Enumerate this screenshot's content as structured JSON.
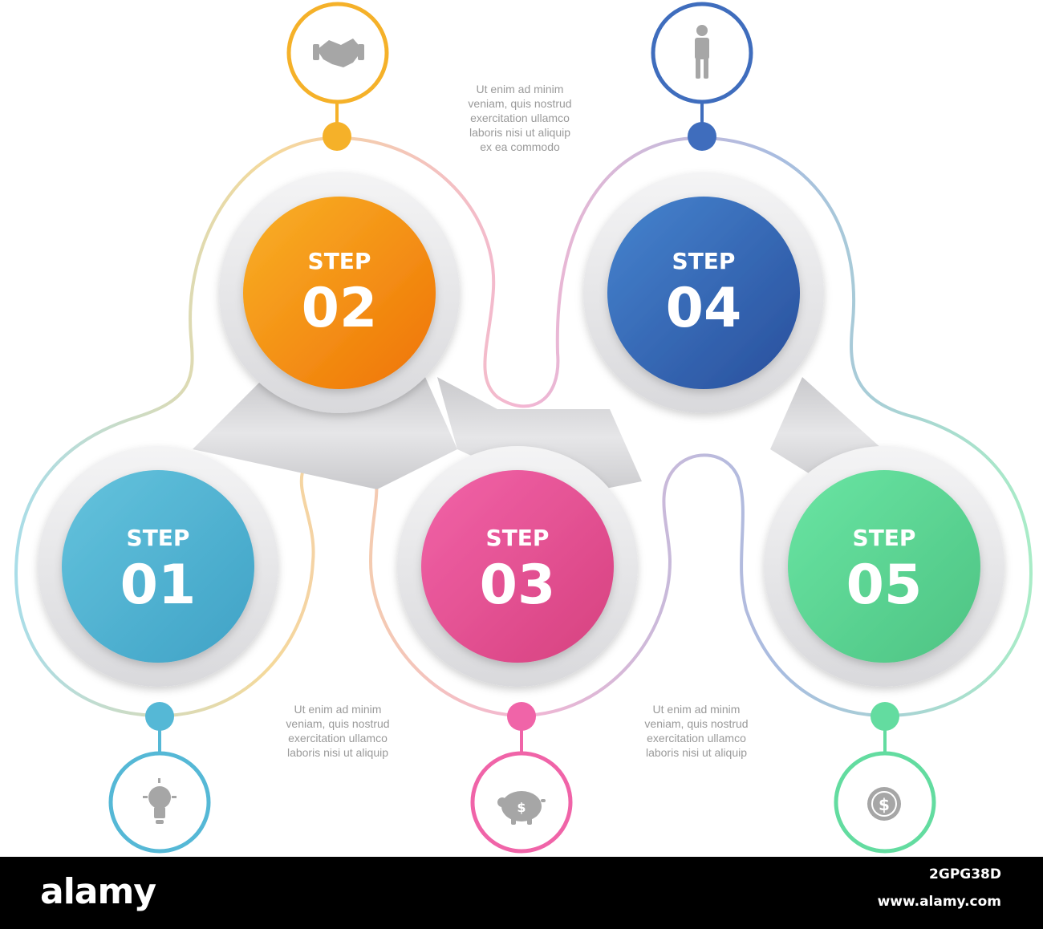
{
  "steps": [
    {
      "word": "STEP",
      "number": "01",
      "color_a": "#64c3dd",
      "color_b": "#3fa2c6",
      "icon": "lightbulb-icon"
    },
    {
      "word": "STEP",
      "number": "02",
      "color_a": "#f9b127",
      "color_b": "#ef7305",
      "icon": "handshake-icon"
    },
    {
      "word": "STEP",
      "number": "03",
      "color_a": "#f263a8",
      "color_b": "#d6417f",
      "icon": "piggy-bank-icon"
    },
    {
      "word": "STEP",
      "number": "04",
      "color_a": "#4684cf",
      "color_b": "#284f9c",
      "icon": "person-icon"
    },
    {
      "word": "STEP",
      "number": "05",
      "color_a": "#6ae5a3",
      "color_b": "#4dc383",
      "icon": "dollar-coin-icon"
    }
  ],
  "notes": {
    "top": [
      "Ut enim ad minim",
      "veniam, quis nostrud",
      "exercitation ullamco",
      "laboris nisi ut aliquip",
      "ex ea commodo"
    ],
    "bottom_left": [
      "Ut enim ad minim",
      "veniam, quis nostrud",
      "exercitation ullamco",
      "laboris nisi ut aliquip"
    ],
    "bottom_right": [
      "Ut enim ad minim",
      "veniam, quis nostrud",
      "exercitation ullamco",
      "laboris nisi ut aliquip"
    ]
  },
  "footer": {
    "brand": "alamy",
    "image_id": "2GPG38D",
    "site": "www.alamy.com"
  }
}
